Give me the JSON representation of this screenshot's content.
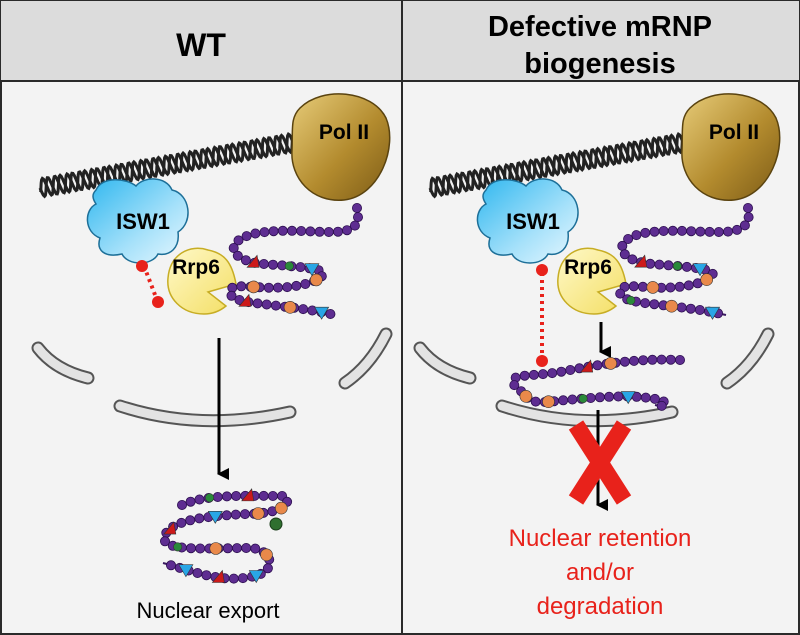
{
  "panels": [
    {
      "header": [
        "WT"
      ],
      "labels": {
        "pol": "Pol II",
        "isw": "ISW1",
        "rrp": "Rrp6"
      },
      "caption": [
        "Nuclear export"
      ]
    },
    {
      "header": [
        "Defective mRNP",
        "biogenesis"
      ],
      "labels": {
        "pol": "Pol II",
        "isw": "ISW1",
        "rrp": "Rrp6"
      },
      "caption": [
        "Nuclear retention",
        "and/or",
        "degradation"
      ]
    }
  ],
  "colors": {
    "header_bg": "#dcdcdc",
    "panel_bg": "#f3f3f3",
    "border": "#2a2a2a",
    "dna": "#222222",
    "pol_ii": "#b38b2e",
    "isw1": "#66ccf2",
    "rrp6": "#fbf197",
    "mrna_bead": "#5e2d91",
    "marker_red": "#cc1a1a",
    "marker_blue": "#29a6e6",
    "marker_orange": "#e9894a",
    "marker_green": "#2a8a3a",
    "dotted_link": "#e8221b",
    "block_x": "#e8221b",
    "caption_wt": "#000000",
    "caption_defect": "#e8221b"
  },
  "icons": [
    "dna-helix-icon",
    "pol-ii-icon",
    "isw1-icon",
    "rrp6-icon",
    "mrna-strand-icon",
    "arrow-down-icon",
    "blocked-x-icon"
  ]
}
